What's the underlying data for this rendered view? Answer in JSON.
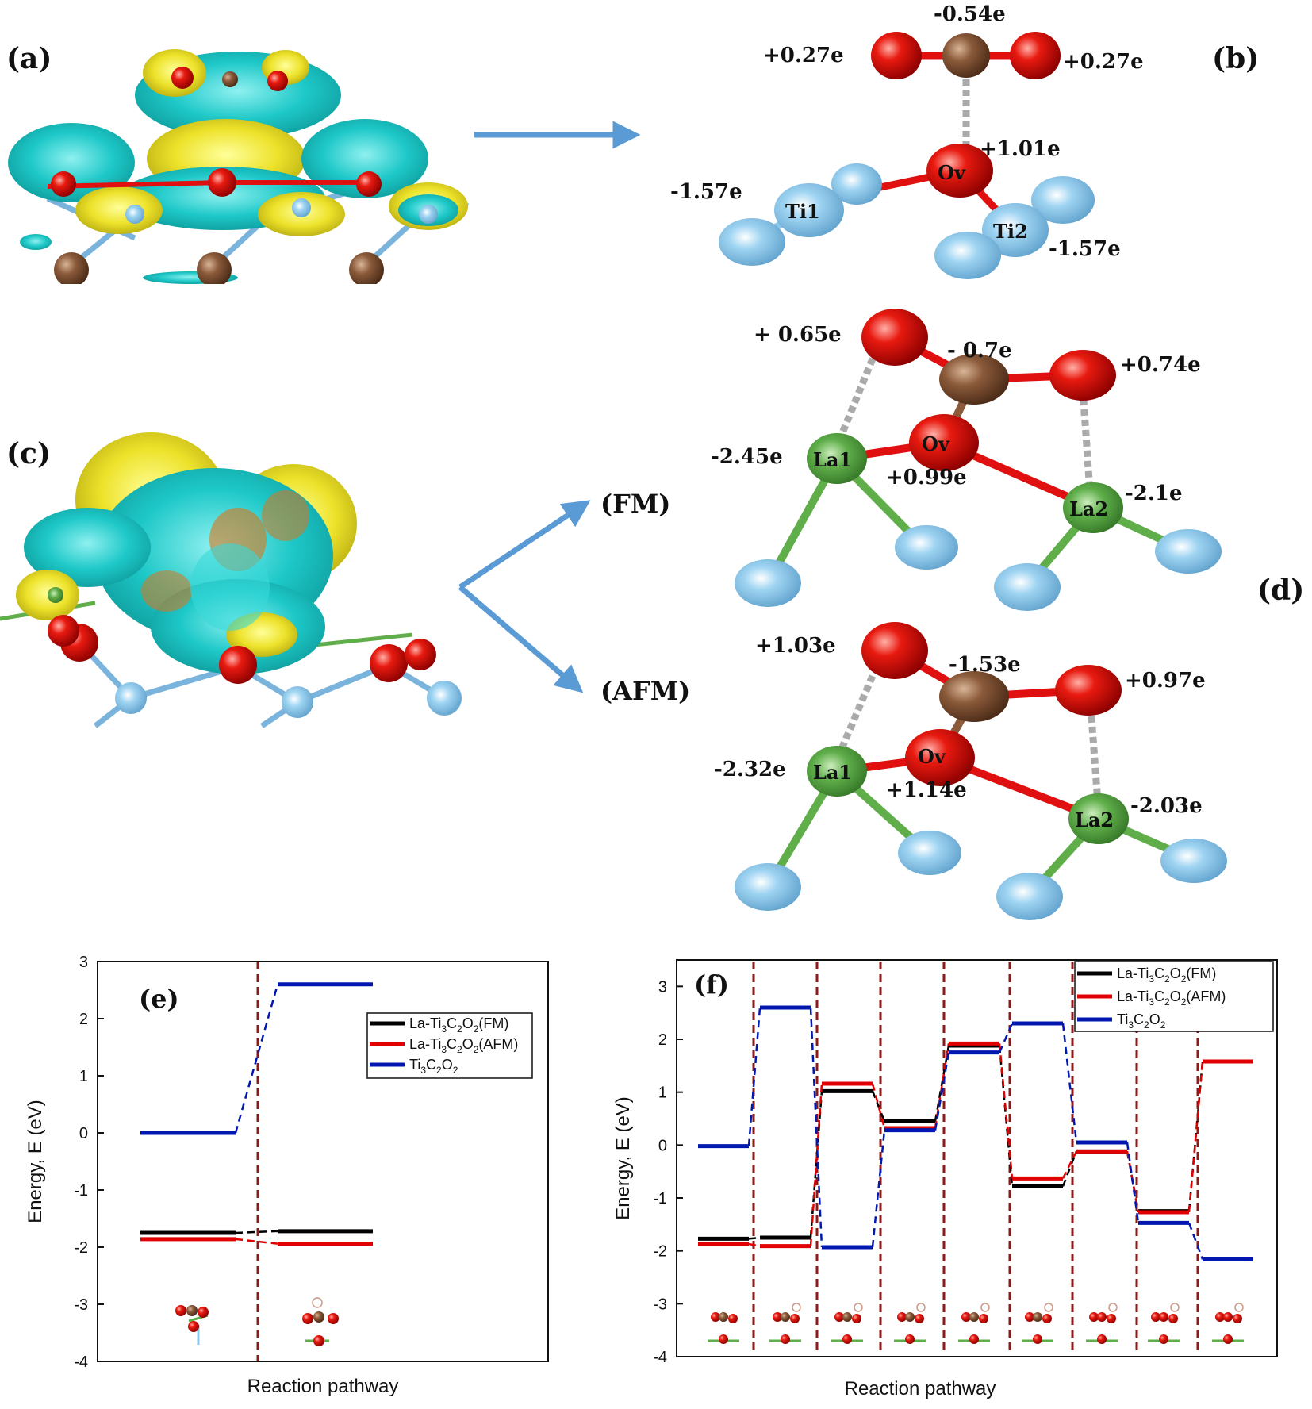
{
  "panels": {
    "a": "(a)",
    "b": "(b)",
    "c": "(c)",
    "d": "(d)",
    "fm": "(FM)",
    "afm": "(AFM)"
  },
  "structure_b": {
    "charges": {
      "top_c": "-0.54e",
      "o_left": "+0.27e",
      "o_right": "+0.27e",
      "ov": "+1.01e",
      "ti1": "-1.57e",
      "ti2": "-1.57e"
    },
    "atoms": {
      "ov": "Ov",
      "ti1": "Ti1",
      "ti2": "Ti2"
    }
  },
  "structure_fm": {
    "charges": {
      "o_left": "+ 0.65e",
      "c": "- 0.7e",
      "o_right": "+0.74e",
      "la1": "-2.45e",
      "ov": "+0.99e",
      "la2": "-2.1e"
    },
    "atoms": {
      "ov": "Ov",
      "la1": "La1",
      "la2": "La2"
    }
  },
  "structure_afm": {
    "charges": {
      "o_left": "+1.03e",
      "c": "-1.53e",
      "o_right": "+0.97e",
      "la1": "-2.32e",
      "ov": "+1.14e",
      "la2": "-2.03e"
    },
    "atoms": {
      "ov": "Ov",
      "la1": "La1",
      "la2": "La2"
    }
  },
  "colors": {
    "cyan_iso": "#18c2c2",
    "yellow_iso": "#e6e020",
    "oxygen": "#e01010",
    "carbon": "#8a5a3a",
    "titanium": "#8cc8ec",
    "lanthanum": "#5fae4a",
    "arrow": "#5b9bd5",
    "fm": "#000000",
    "afm": "#e00000",
    "ti3c2o2": "#0018b0",
    "divider": "#8b1a1a"
  },
  "chart_data": [
    {
      "type": "line",
      "panel": "(e)",
      "xlabel": "Reaction pathway",
      "ylabel": "Energy, E (eV)",
      "ylim": [
        -4,
        3
      ],
      "yticks": [
        "3",
        "2",
        "1",
        "0",
        "-1",
        "-2",
        "-3",
        "-4"
      ],
      "series": [
        {
          "name": "La-Ti3C2O2(FM)",
          "legend": {
            "base": "La-Ti",
            "s1": "3",
            "m1": "C",
            "s2": "2",
            "m2": "O",
            "s3": "2",
            "tail": "(FM)"
          },
          "values": [
            -1.75,
            -1.72
          ]
        },
        {
          "name": "La-Ti3C2O2(AFM)",
          "legend": {
            "base": "La-Ti",
            "s1": "3",
            "m1": "C",
            "s2": "2",
            "m2": "O",
            "s3": "2",
            "tail": "(AFM)"
          },
          "values": [
            -1.86,
            -1.94
          ]
        },
        {
          "name": "Ti3C2O2",
          "legend": {
            "base": "Ti",
            "s1": "3",
            "m1": "C",
            "s2": "2",
            "m2": "O",
            "s3": "2",
            "tail": ""
          },
          "values": [
            0.0,
            2.6
          ]
        }
      ]
    },
    {
      "type": "line",
      "panel": "(f)",
      "xlabel": "Reaction pathway",
      "ylabel": "Energy, E (eV)",
      "ylim": [
        -4,
        3.5
      ],
      "yticks": [
        "3",
        "2",
        "1",
        "0",
        "-1",
        "-2",
        "-3",
        "-4"
      ],
      "series": [
        {
          "name": "La-Ti3C2O2(FM)",
          "legend": {
            "base": "La-Ti",
            "s1": "3",
            "m1": "C",
            "s2": "2",
            "m2": "O",
            "s3": "2",
            "tail": "(FM)"
          },
          "values": [
            -1.77,
            -1.75,
            1.02,
            0.45,
            1.88,
            -0.78,
            -0.12,
            -1.25,
            1.58
          ]
        },
        {
          "name": "La-Ti3C2O2(AFM)",
          "legend": {
            "base": "La-Ti",
            "s1": "3",
            "m1": "C",
            "s2": "2",
            "m2": "O",
            "s3": "2",
            "tail": "(AFM)"
          },
          "values": [
            -1.87,
            -1.91,
            1.16,
            0.32,
            1.92,
            -0.63,
            -0.12,
            -1.27,
            1.58
          ]
        },
        {
          "name": "Ti3C2O2",
          "legend": {
            "base": "Ti",
            "s1": "3",
            "m1": "C",
            "s2": "2",
            "m2": "O",
            "s3": "2",
            "tail": ""
          },
          "values": [
            -0.02,
            2.6,
            -1.93,
            0.28,
            1.75,
            2.3,
            0.05,
            -1.47,
            -2.16
          ]
        }
      ]
    }
  ]
}
